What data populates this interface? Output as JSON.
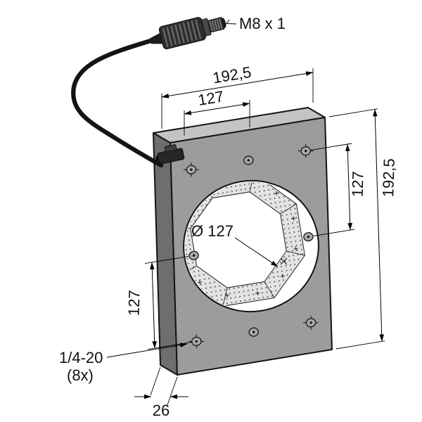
{
  "drawing": {
    "type": "technical-dimension-drawing",
    "subject": "square ring-light with M8 pigtail connector",
    "labels": {
      "connector_thread": "M8 x 1",
      "width_outer": "192,5",
      "width_inner": "127",
      "height_outer": "192,5",
      "height_inner": "127",
      "side_left": "127",
      "aperture_diameter": "Ø 127",
      "mounting_thread": "1/4-20",
      "mounting_count": "(8x)",
      "thickness": "26"
    },
    "colors": {
      "front_face": "#9c9c9c",
      "top_face": "#c4c4c4",
      "left_face": "#6e6e6e",
      "led_band": "#e3e3e3",
      "line": "#141414",
      "background": "#ffffff"
    }
  }
}
